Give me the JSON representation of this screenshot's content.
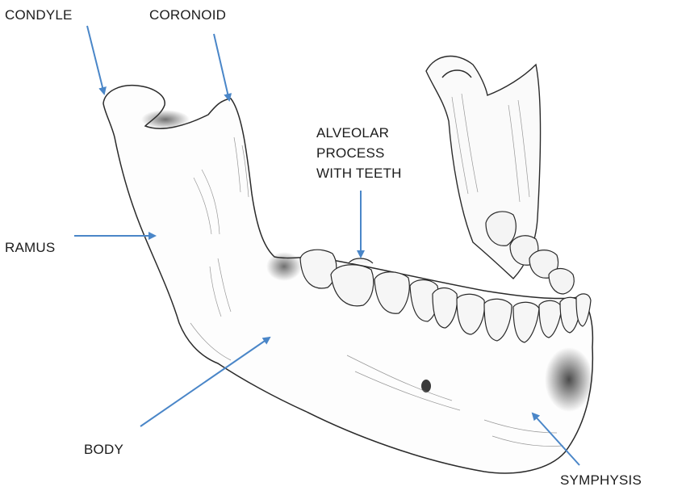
{
  "labels": {
    "condyle": "CONDYLE",
    "coronoid": "CORONOID",
    "alveolar": [
      "ALVEOLAR",
      "PROCESS",
      "WITH TEETH"
    ],
    "ramus": "RAMUS",
    "body": "BODY",
    "symphysis": "SYMPHYSIS"
  },
  "colors": {
    "arrow": "#4a86c8",
    "bone_outline": "#2a2a2a",
    "hatching": "#777777",
    "shadow": "#3a3a3a",
    "text": "#1c1c1c"
  }
}
